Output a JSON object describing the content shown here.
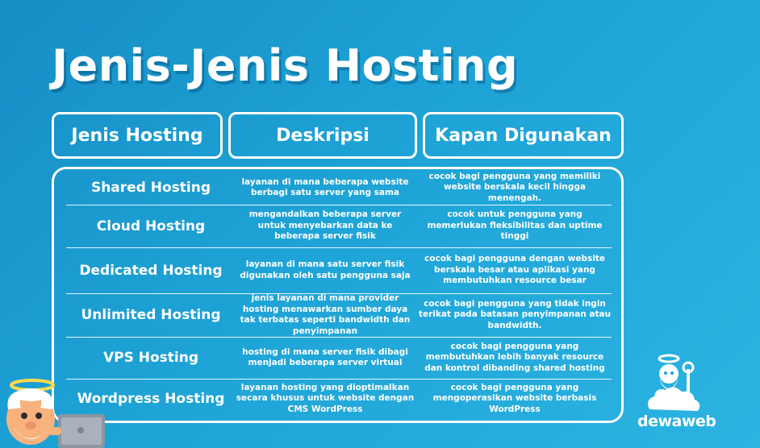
{
  "title": "Jenis-Jenis Hosting",
  "headers": [
    "Jenis Hosting",
    "Deskripsi",
    "Kapan Digunakan"
  ],
  "rows": [
    {
      "type": "Shared Hosting",
      "desc": "layanan di mana beberapa website berbagi satu server yang sama",
      "when": "cocok bagi pengguna yang memiliki website berskala kecil hingga menengah."
    },
    {
      "type": "Cloud Hosting",
      "desc": "mengandalkan beberapa server untuk menyebarkan data ke beberapa server fisik",
      "when": "cocok untuk pengguna yang memerlukan fleksibilitas dan uptime tinggi"
    },
    {
      "type": "Dedicated Hosting",
      "desc": "layanan di mana satu server fisik digunakan oleh satu pengguna saja",
      "when": "cocok bagi pengguna dengan website berskala besar atau aplikasi yang membutuhkan resource besar"
    },
    {
      "type": "Unlimited Hosting",
      "desc": "jenis layanan di mana provider hosting menawarkan sumber daya tak terbatas seperti bandwidth dan penyimpanan",
      "when": "cocok bagi pengguna yang tidak ingin terikat pada batasan penyimpanan atau bandwidth."
    },
    {
      "type": "VPS Hosting",
      "desc": "hosting di mana server fisik dibagi menjadi beberapa server virtual",
      "when": "cocok bagi pengguna yang membutuhkan lebih banyak resource dan kontrol dibanding shared hosting"
    },
    {
      "type": "Wordpress Hosting",
      "desc": "layanan hosting yang dioptimalkan secara khusus untuk website dengan CMS WordPress",
      "when": "cocok bagi pengguna yang mengoperasikan website berbasis WordPress"
    }
  ],
  "brand": "dewaweb",
  "colors": {
    "background": "#1ea3d6",
    "text": "#ffffff"
  },
  "icons": [
    "mascot-angel-laptop-icon",
    "dewaweb-mascot-logo-icon"
  ]
}
